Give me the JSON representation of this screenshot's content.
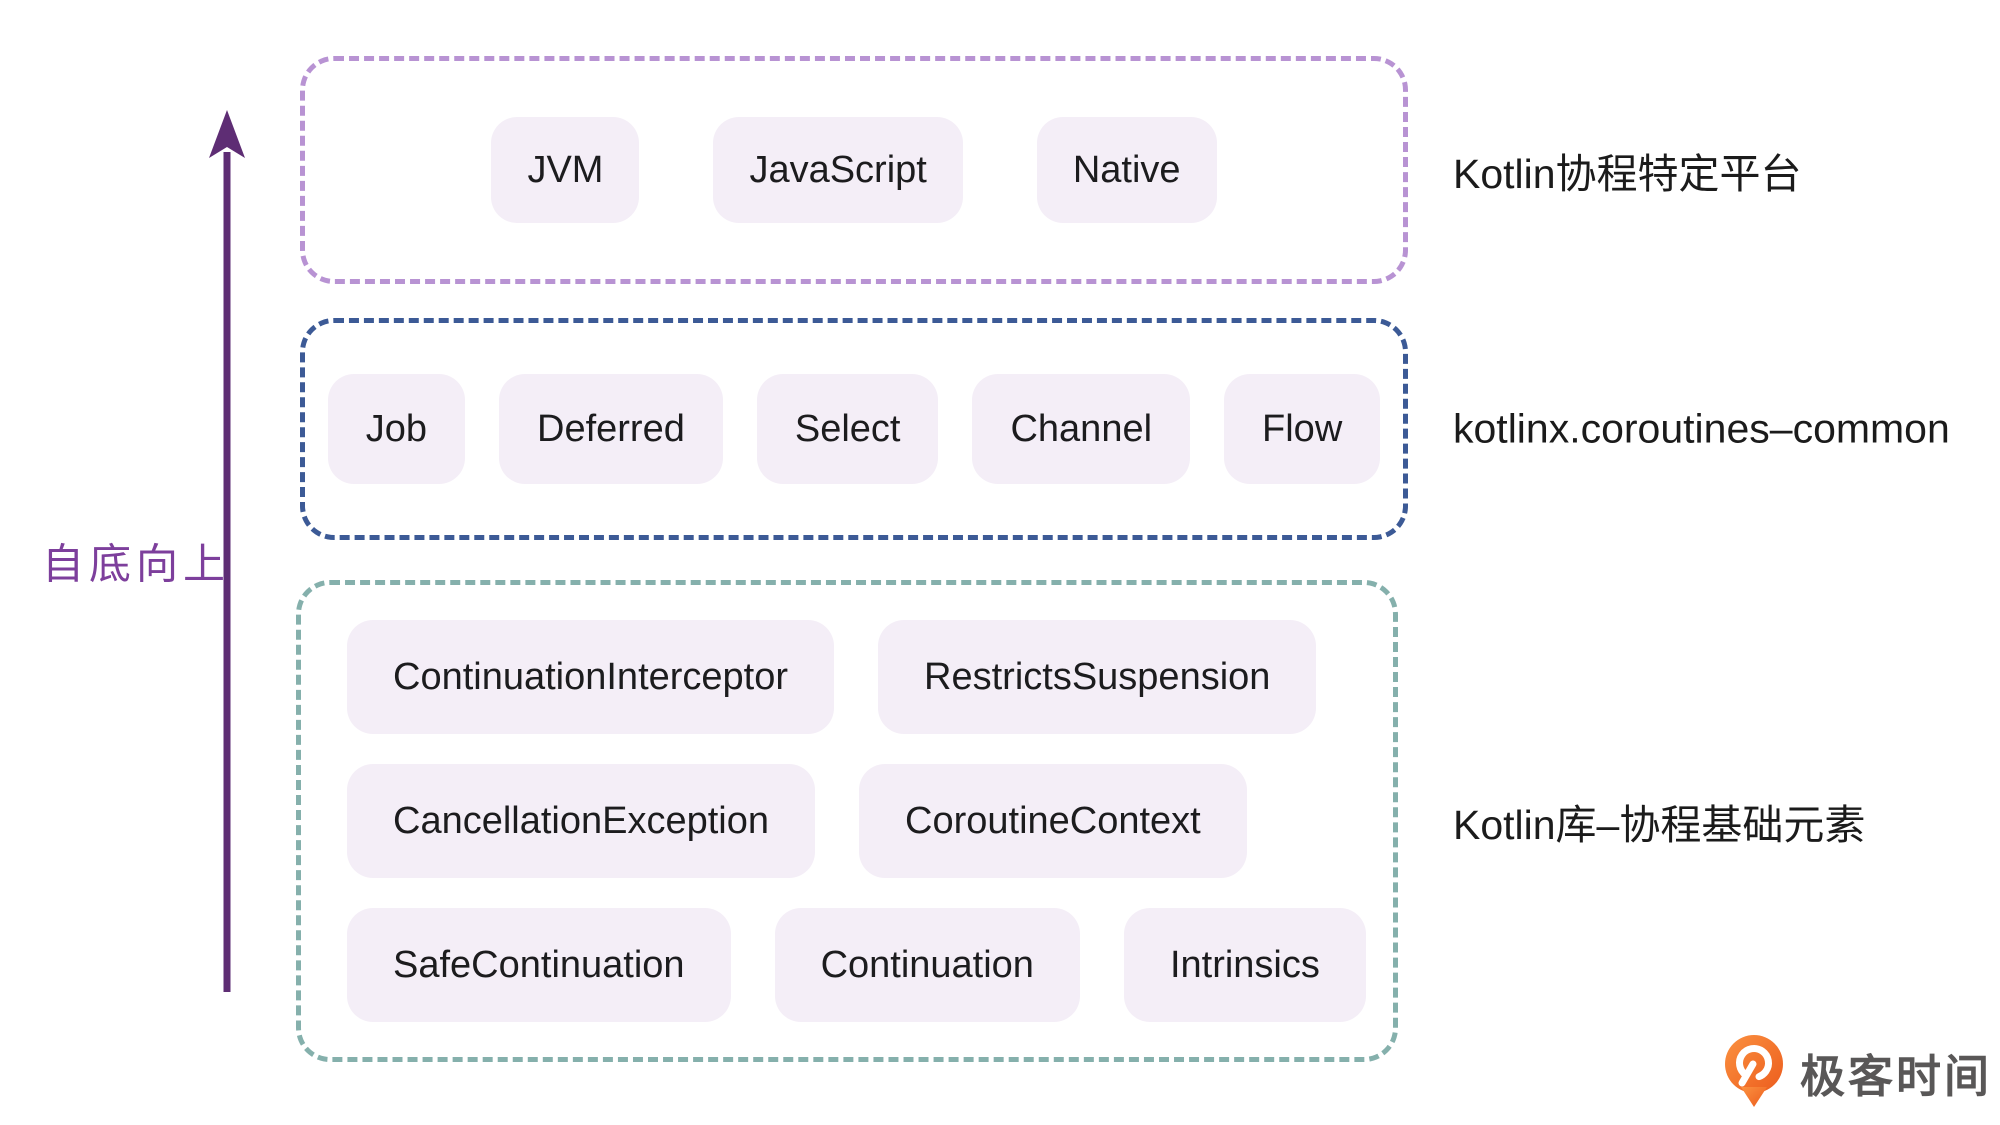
{
  "arrow": {
    "label": "自底向上",
    "shaft_color": "#5e2d74",
    "label_color": "#7d3f9c"
  },
  "layers": [
    {
      "name": "platform",
      "border_color": "#b893d3",
      "label": "Kotlin协程特定平台",
      "items": [
        "JVM",
        "JavaScript",
        "Native"
      ]
    },
    {
      "name": "common",
      "border_color": "#3c5a96",
      "label": "kotlinx.coroutines–common",
      "items": [
        "Job",
        "Deferred",
        "Select",
        "Channel",
        "Flow"
      ]
    },
    {
      "name": "basic",
      "border_color": "#85b0ac",
      "label": "Kotlin库–协程基础元素",
      "rows": [
        [
          "ContinuationInterceptor",
          "RestrictsSuspension"
        ],
        [
          "CancellationException",
          "CoroutineContext"
        ],
        [
          "SafeContinuation",
          "Continuation",
          "Intrinsics"
        ]
      ]
    }
  ],
  "logo": {
    "text": "极客时间",
    "text_color": "#595757",
    "icon_color": "#f1701f"
  },
  "colors": {
    "chip_bg": "#f4eef7",
    "chip_text": "#1c1c1e",
    "side_label_text": "#1b1b1b",
    "background": "#ffffff"
  }
}
